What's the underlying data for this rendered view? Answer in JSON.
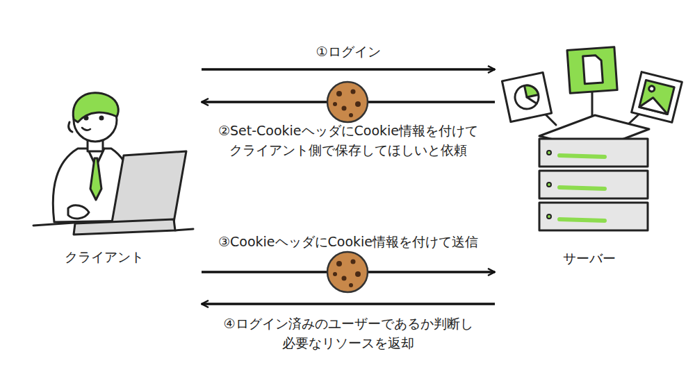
{
  "diagram": {
    "nodes": [
      {
        "text": [
          "クライアント"
        ]
      },
      {
        "text": [
          "サーバー"
        ]
      }
    ],
    "edges": [
      {
        "from": 0,
        "to": 1,
        "arrow": "to",
        "label": "①ログイン"
      },
      {
        "from": 1,
        "to": 0,
        "arrow": "to",
        "label": "②Set-CookieヘッダにCookie情報を付けて クライアント側で保存してほしいと依頼"
      },
      {
        "from": 0,
        "to": 1,
        "arrow": "to",
        "label": "③CookieヘッダにCookie情報を付けて送信"
      },
      {
        "from": 1,
        "to": 0,
        "arrow": "to",
        "label": "④ログイン済みのユーザーであるか判断し 必要なリソースを返却"
      }
    ]
  }
}
